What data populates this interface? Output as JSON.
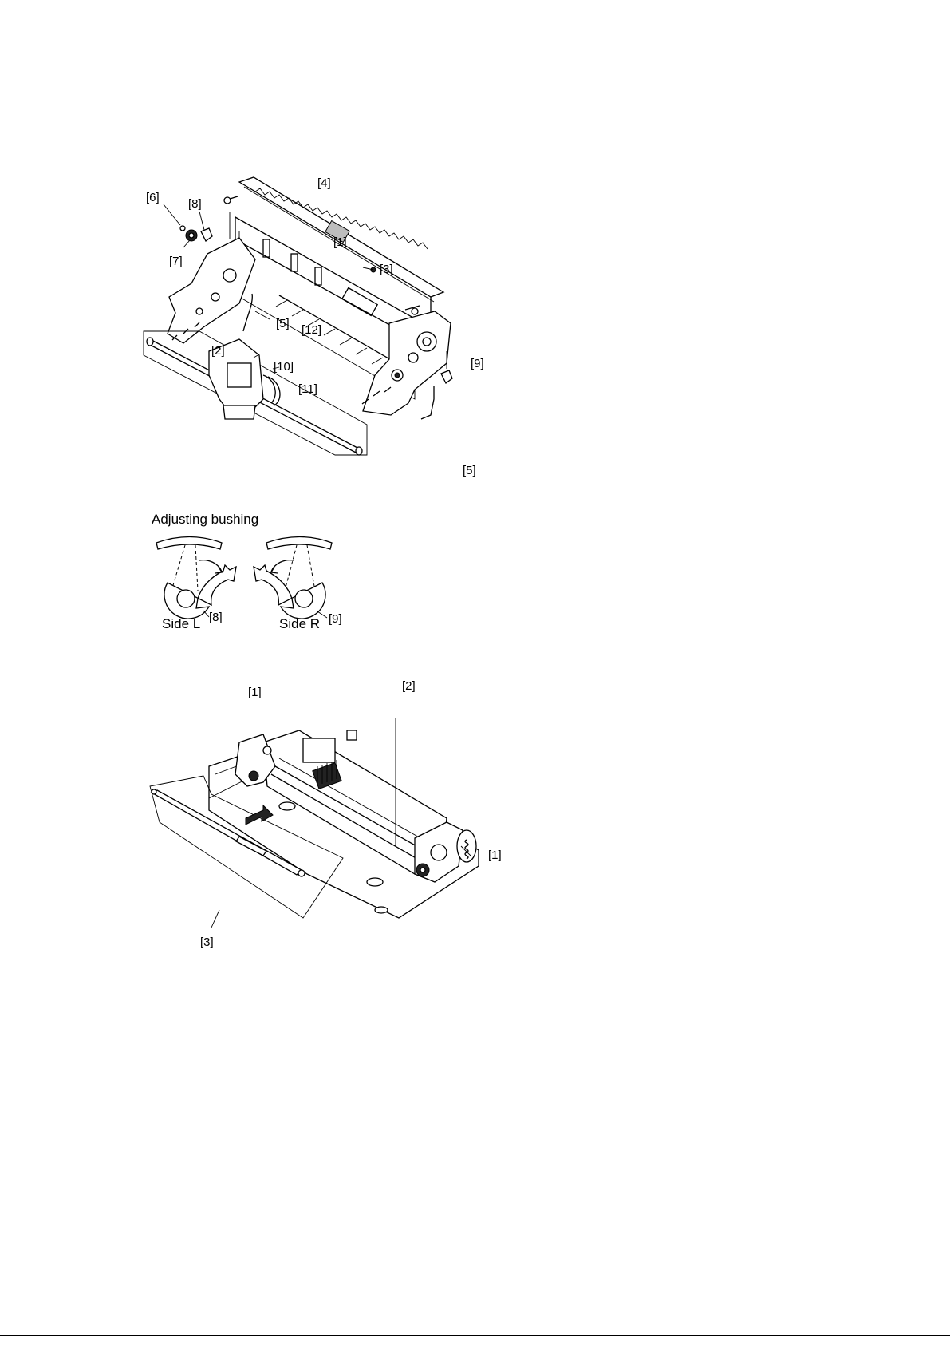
{
  "figure1": {
    "callouts": {
      "c1": "[1]",
      "c2": "[2]",
      "c3": "[3]",
      "c4": "[4]",
      "c5a": "[5]",
      "c5b": "[5]",
      "c6": "[6]",
      "c7": "[7]",
      "c8": "[8]",
      "c9": "[9]",
      "c10": "[10]",
      "c11": "[11]",
      "c12": "[12]"
    }
  },
  "bushing": {
    "title": "Adjusting bushing",
    "left_callout": "[8]",
    "right_callout": "[9]",
    "left_side": "Side L",
    "right_side": "Side R"
  },
  "figure2": {
    "callouts": {
      "c1a": "[1]",
      "c1b": "[1]",
      "c2": "[2]",
      "c3": "[3]"
    }
  }
}
